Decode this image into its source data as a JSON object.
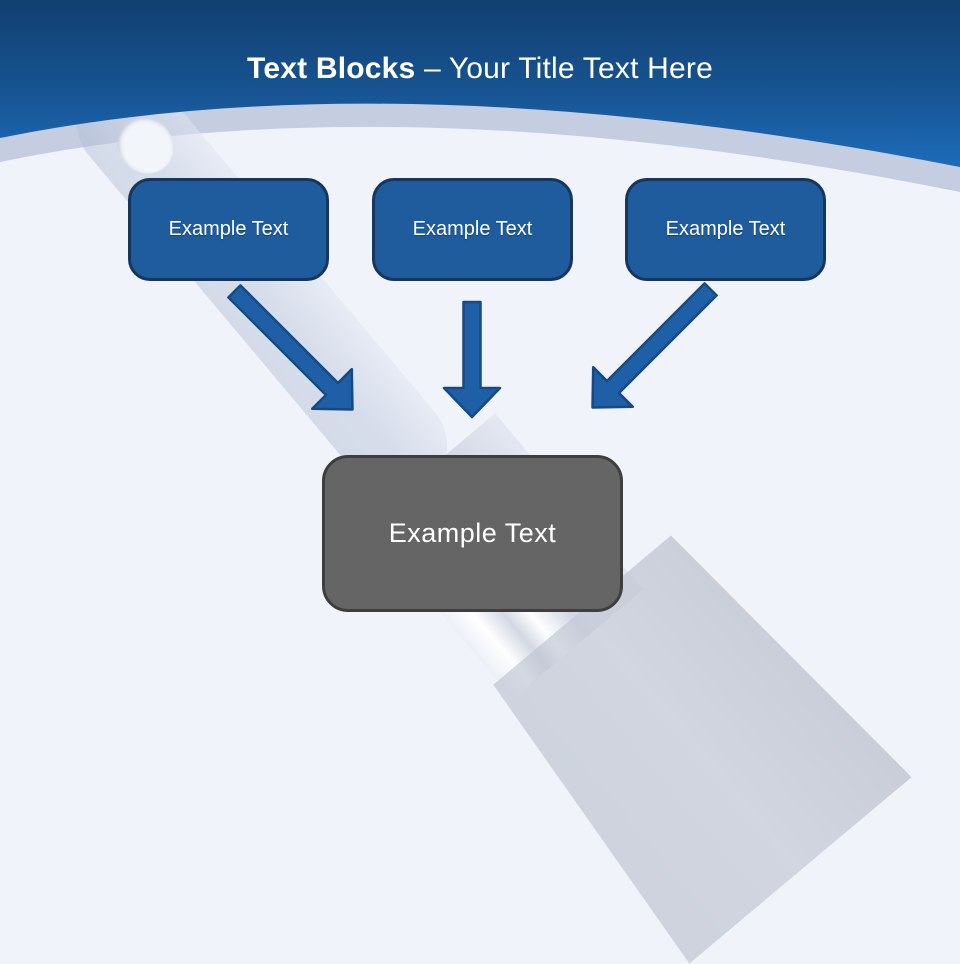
{
  "title": {
    "bold": "Text Blocks",
    "rest": " – Your Title Text Here"
  },
  "blocks": [
    {
      "label": "Example Text"
    },
    {
      "label": "Example Text"
    },
    {
      "label": "Example Text"
    }
  ],
  "result": {
    "label": "Example Text"
  },
  "icons": {
    "arrow_left": "arrow-down-right-icon",
    "arrow_middle": "arrow-down-icon",
    "arrow_right": "arrow-down-left-icon",
    "watermark": "paintbrush-watermark"
  },
  "colors": {
    "header_gradient_top": "#14497d",
    "header_gradient_bottom": "#1e6cba",
    "curve_band": "#c5cee1",
    "block_fill": "#1e5c9e",
    "block_border": "#17365d",
    "result_fill": "#656565",
    "result_border": "#3e3e3e",
    "arrow_fill": "#1e5fa8",
    "arrow_border": "#164a80",
    "background": "#f0f3f9",
    "title_text": "#ffffff"
  }
}
